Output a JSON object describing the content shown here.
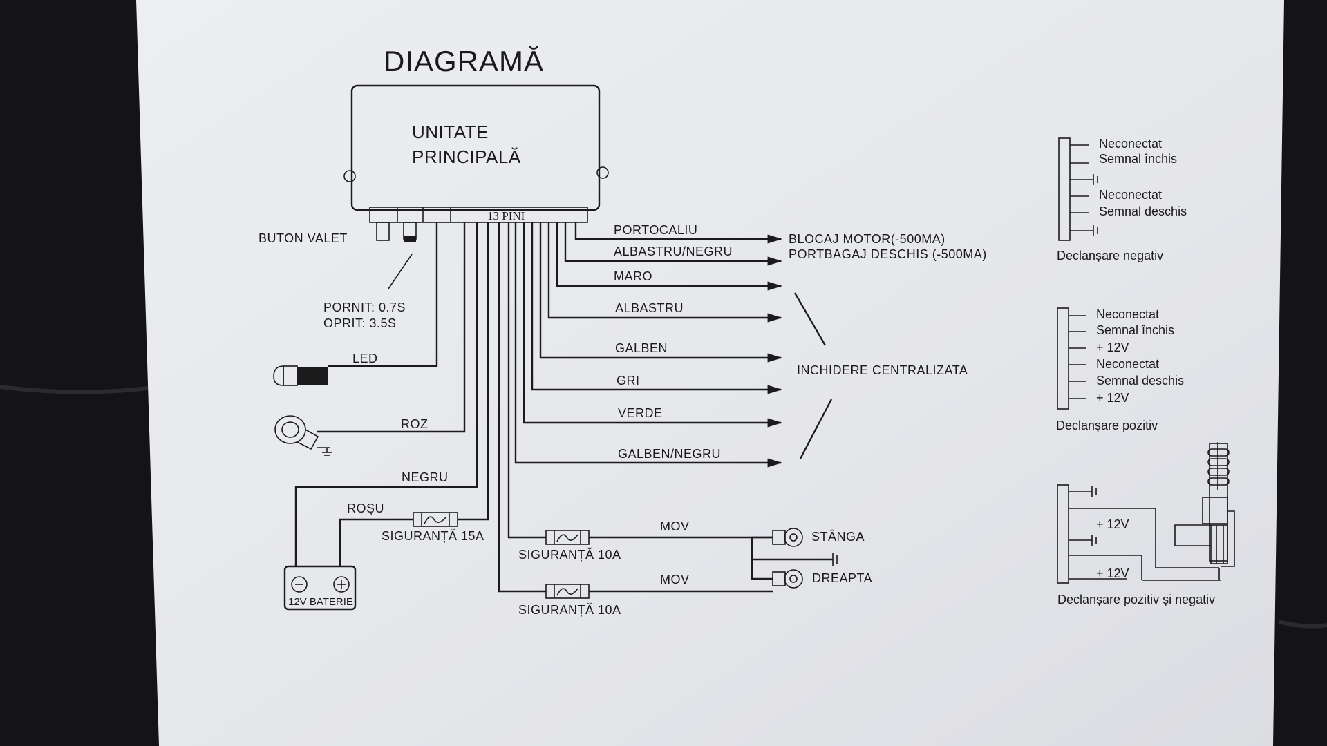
{
  "title": "DIAGRAMĂ",
  "unit": {
    "line1": "UNITATE",
    "line2": "PRINCIPALĂ",
    "connector": "13 PINI"
  },
  "left": {
    "valet_label": "BUTON VALET",
    "timing_on": "PORNIT: 0.7S",
    "timing_off": "OPRIT: 3.5S",
    "led_label": "LED",
    "roz_label": "ROZ",
    "negru_label": "NEGRU",
    "rosu_label": "ROŞU",
    "fuse15_label": "SIGURANȚĂ 15A",
    "battery_label": "12V BATERIE",
    "fuse10a_label": "SIGURANȚĂ 10A",
    "fuse10b_label": "SIGURANȚĂ 10A",
    "mov_a": "MOV",
    "mov_b": "MOV",
    "stanga": "STÂNGA",
    "dreapta": "DREAPTA"
  },
  "wires": {
    "portocaliu": "PORTOCALIU",
    "albastru_negru": "ALBASTRU/NEGRU",
    "maro": "MARO",
    "albastru": "ALBASTRU",
    "galben": "GALBEN",
    "gri": "GRI",
    "verde": "VERDE",
    "galben_negru": "GALBEN/NEGRU"
  },
  "outputs": {
    "blocaj": "BLOCAJ MOTOR(-500MA)",
    "portbagaj": "PORTBAGAJ DESCHIS (-500MA)",
    "centralizata": "INCHIDERE CENTRALIZATA"
  },
  "panels": {
    "negativ": {
      "labels": [
        "Neconectat",
        "Semnal închis",
        "Neconectat",
        "Semnal deschis"
      ],
      "caption": "Declanșare negativ"
    },
    "pozitiv": {
      "labels": [
        "Neconectat",
        "Semnal închis",
        "+ 12V",
        "Neconectat",
        "Semnal deschis",
        "+ 12V"
      ],
      "caption": "Declanșare pozitiv"
    },
    "mixt": {
      "labels": [
        "+ 12V",
        "+ 12V"
      ],
      "caption": "Declanșare pozitiv și negativ"
    }
  },
  "colors": {
    "paper": "#e9eaee",
    "ink": "#1b1b1b",
    "background": "#141416"
  }
}
